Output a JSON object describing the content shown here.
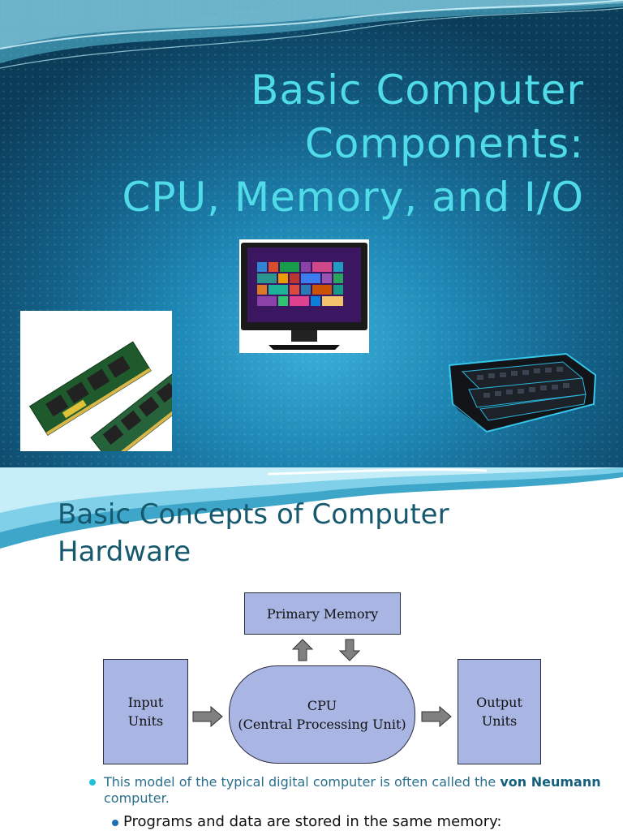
{
  "slide1": {
    "title_lines": [
      "Basic Computer",
      "Components:",
      "CPU, Memory, and I/O"
    ],
    "images": {
      "ram": "ram-modules-image",
      "monitor": "monitor-image",
      "keyboard": "keyboard-image"
    },
    "colors": {
      "title": "#4fdce8",
      "background": "#1e86b3"
    }
  },
  "slide2": {
    "title": "Basic Concepts of     Computer Hardware",
    "diagram": {
      "primary_memory": "Primary Memory",
      "input_units": [
        "Input",
        "Units"
      ],
      "cpu": [
        "CPU",
        "(Central Processing Unit)"
      ],
      "output_units": [
        "Output",
        "Units"
      ]
    },
    "bullet1": {
      "text": "This model of the typical digital computer is often called the",
      "bold": "von Neumann",
      "suffix": " computer."
    },
    "bullet2": "Programs and data are stored in the same memory:",
    "colors": {
      "title": "#16586e",
      "box_fill": "#a9b5e2",
      "bullet_text": "#2a6f8c"
    }
  }
}
